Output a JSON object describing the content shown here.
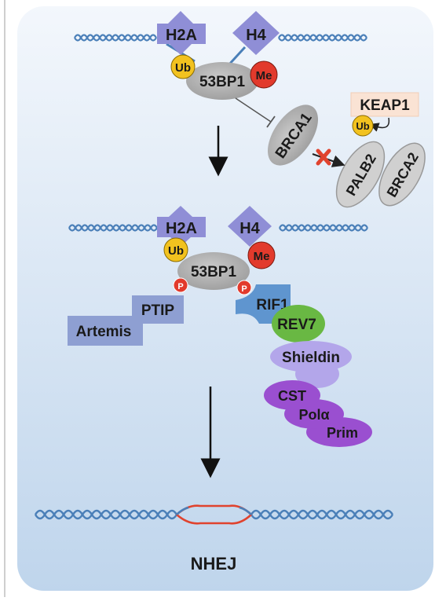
{
  "top_stage": {
    "histone_left": "H2A",
    "histone_right": "H4",
    "ub_left": "Ub",
    "me_right": "Me",
    "bp53": "53BP1",
    "brca1": "BRCA1",
    "keap1": "KEAP1",
    "ub_keap": "Ub",
    "palb2": "PALB2",
    "brca2": "BRCA2"
  },
  "middle_stage": {
    "histone_left": "H2A",
    "histone_right": "H4",
    "ub_left": "Ub",
    "me_right": "Me",
    "bp53": "53BP1",
    "p_left": "P",
    "p_right": "P",
    "ptip": "PTIP",
    "artemis": "Artemis",
    "rif1": "RIF1",
    "rev7": "REV7",
    "shieldin": "Shieldin",
    "cst": "CST",
    "pola": "Polα",
    "prim": "Prim"
  },
  "bottom_stage": {
    "label": "NHEJ"
  },
  "colors": {
    "histone": "#8f8ed6",
    "ub": "#f2c21f",
    "me": "#e23a2c",
    "protein_gray": "#a6a6a6",
    "ptip_blue": "#8e9fd2",
    "rif1_blue": "#5f95cf",
    "rev7_green": "#69b843",
    "shieldin": "#b3a6ea",
    "cst_purple": "#9a4fd0",
    "red_x": "#e0432e",
    "dna": "#4a7fb8"
  }
}
